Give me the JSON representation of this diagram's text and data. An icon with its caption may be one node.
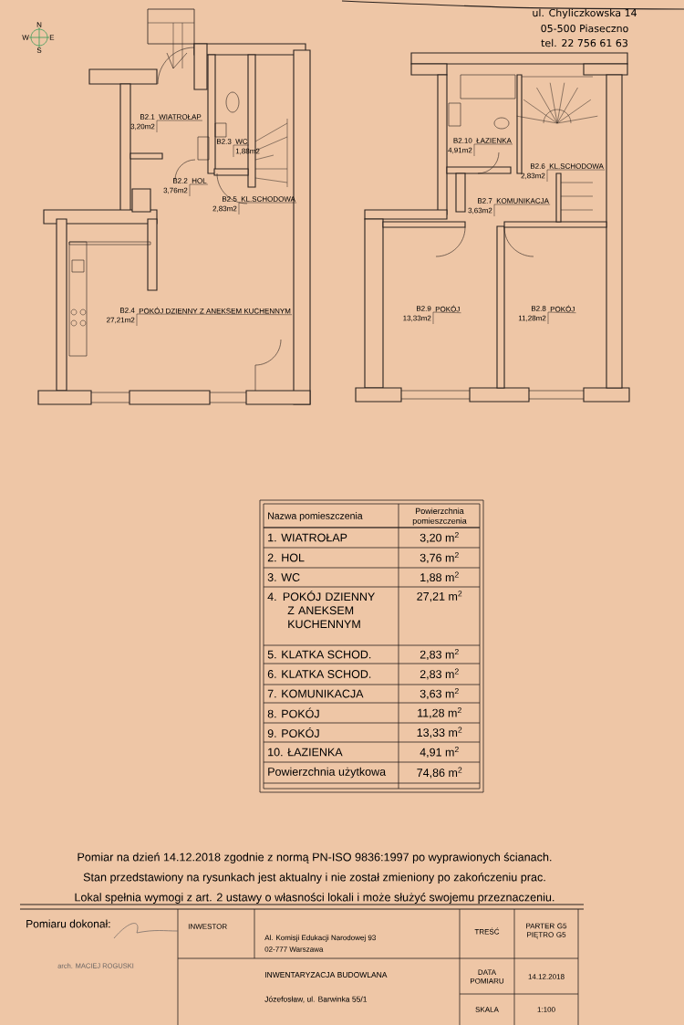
{
  "diagram": {
    "labels": [
      "N",
      "W",
      "E",
      "S",
      "ul. Chyliczkowska 14",
      "05-500 Piaseczno",
      "tel. 22 756 61 63",
      "B2.1",
      "WIATROŁAP",
      "3,20m2",
      "B2.3",
      "WC",
      "1,88m2",
      "B2.2",
      "HOL",
      "3,76m2",
      "B2.5",
      "KL.SCHODOWA",
      "2,83m2",
      "B2.4",
      "POKÓJ DZIENNY Z ANEKSEM KUCHENNYM",
      "27,21m2",
      "B2.10",
      "ŁAZIENKA",
      "4,91m2",
      "B2.6",
      "KL.SCHODOWA",
      "2,83m2",
      "B2.7",
      "KOMUNIKACJA",
      "3,63m2",
      "B2.9",
      "POKÓJ",
      "13,33m2",
      "B2.8",
      "POKÓJ",
      "11,28m2",
      "Nazwa pomieszczenia",
      "Powierzchnia pomieszczenia",
      "1. WIATROŁAP",
      "3,20 m$^{2}$",
      "2. HOL",
      "3,76 m$^{2}$",
      "3. WC",
      "1,88 m$^{2}$",
      "4. POKÓJ DZIENNY Z ANEKSEM KUCHENNYM",
      "27,21 m$^{2}$",
      "5. KLATKA SCHOD.",
      "2,83 m$^{2}$",
      "6. KLATKA SCHOD.",
      "2,83 m$^{2}$",
      "7. KOMUNIKACJA",
      "3,63 m$^{2}$",
      "8. POKÓJ",
      "11,28 m$^{2}$",
      "9. POKÓJ",
      "13,33 m$^{2}$",
      "10. ŁAZIENKA",
      "4,91 m$^{2}$",
      "Powierzchnia użytkowa",
      "74,86 m$^{2}$",
      "Pomiar na dzień 14.12.2018 zgodnie z normą PN-ISO 9836:1997 po wyprawionych ścianach.",
      "Stan przedstawiony na rysunkach jest aktualny i nie został zmieniony po zakończeniu prac.",
      "Lokal spełnia wymogi z art. 2 ustawy o własności lokali i może służyć swojemu przeznaczeniu.",
      "Pomiaru dokonał:",
      "arch. MACIEJ ROGUSKI",
      "INWESTOR",
      "Al. Komisji Edukacji Narodowej 93",
      "02-777 Warszawa",
      "TREŚĆ",
      "PARTER G5 PIĘTRO G5",
      "INWENTARYZACJA BUDOWLANA",
      "Józefosław, ul. Barwinka 55/1",
      "DATA POMIARU",
      "14.12.2018",
      "SKALA",
      "1:100"
    ]
  }
}
